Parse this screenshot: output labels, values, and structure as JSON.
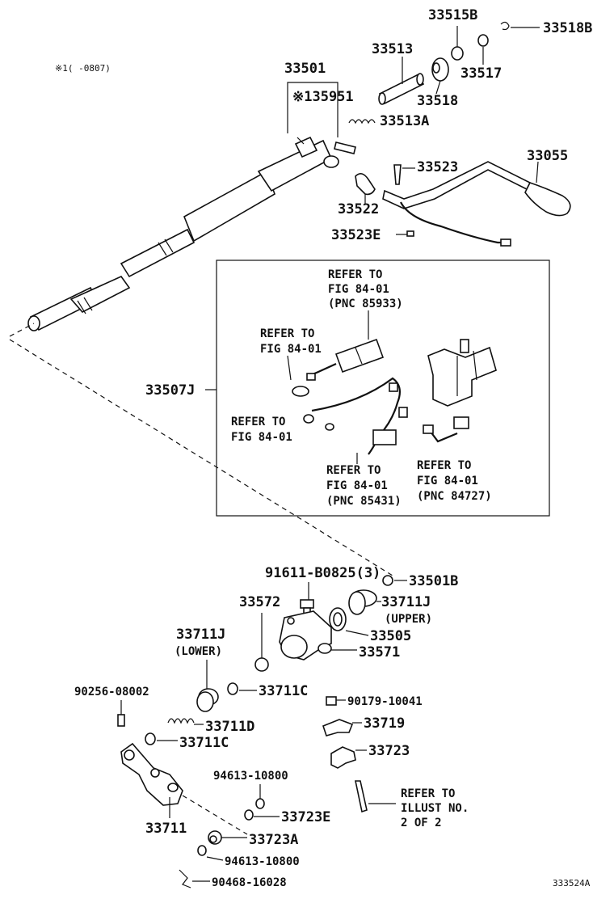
{
  "note": "※1(     -0807)",
  "footer_code": "333524A",
  "parts": {
    "p33515B": "33515B",
    "p33518B": "33518B",
    "p33513": "33513",
    "p33517": "33517",
    "p33518": "33518",
    "p33501": "33501",
    "p35951": "※135951",
    "p33513A": "33513A",
    "p33523": "33523",
    "p33055": "33055",
    "p33522": "33522",
    "p33523E": "33523E",
    "p33507J": "33507J",
    "p91611": "91611-B0825(3)",
    "p33501B": "33501B",
    "p33572": "33572",
    "p33711J_upper": "33711J",
    "upper": "(UPPER)",
    "p33505": "33505",
    "p33711J_lower": "33711J",
    "lower": "(LOWER)",
    "p33571": "33571",
    "p90256": "90256-08002",
    "p33711C_a": "33711C",
    "p90179": "90179-10041",
    "p33711D": "33711D",
    "p33719": "33719",
    "p33711C_b": "33711C",
    "p33723": "33723",
    "p94613_a": "94613-10800",
    "p33723E": "33723E",
    "p33711": "33711",
    "p33723A": "33723A",
    "p94613_b": "94613-10800",
    "p90468": "90468-16028"
  },
  "refs": {
    "r1": [
      "REFER TO",
      "FIG 84-01",
      "(PNC 85933)"
    ],
    "r2": [
      "REFER TO",
      "FIG 84-01"
    ],
    "r3": [
      "REFER TO",
      "FIG 84-01"
    ],
    "r4": [
      "REFER TO",
      "FIG 84-01",
      "(PNC 85431)"
    ],
    "r5": [
      "REFER TO",
      "FIG 84-01",
      "(PNC 84727)"
    ],
    "r6": [
      "REFER TO",
      "ILLUST NO.",
      "2 OF 2"
    ]
  }
}
